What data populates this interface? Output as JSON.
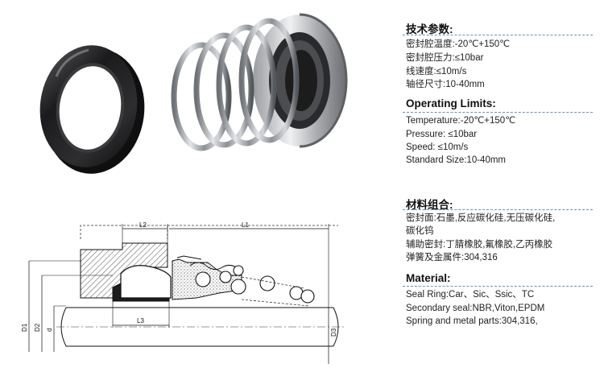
{
  "tech_params": {
    "title": "技术参数:",
    "lines": [
      "密封腔温度:-20℃+150℃",
      "密封腔压力:≤10bar",
      "线速度:≤10m/s",
      "轴径尺寸:10-40mm"
    ]
  },
  "operating_limits": {
    "title": "Operating Limits:",
    "lines": [
      "Temperature:-20℃+150℃",
      "Pressure: ≤10bar",
      "Speed: ≤10m/s",
      "Standard Size:10-40mm"
    ]
  },
  "materials_cn": {
    "title": "材料组合:",
    "lines": [
      "密封面:石墨,反应碳化硅,无压碳化硅,",
      "碳化钨",
      "辅助密封:丁腈橡胶,氟橡胶,乙丙橡胶",
      "弹簧及金属件:304,316"
    ]
  },
  "material_en": {
    "title": "Material:",
    "lines": [
      "Seal Ring:Car、Sic、Ssic、TC",
      "Secondary seal:NBR,Viton,EPDM",
      "Spring and metal parts:304,316,"
    ]
  },
  "drawing": {
    "labels": {
      "l1": "L1",
      "l2": "L2",
      "l3": "L3",
      "d1": "D1",
      "d2": "D2",
      "d": "d",
      "d3": "D3"
    }
  },
  "colors": {
    "rule": "#6a8fc0",
    "rubber": "#1c1c1e",
    "steel": "#b9bcc0"
  }
}
